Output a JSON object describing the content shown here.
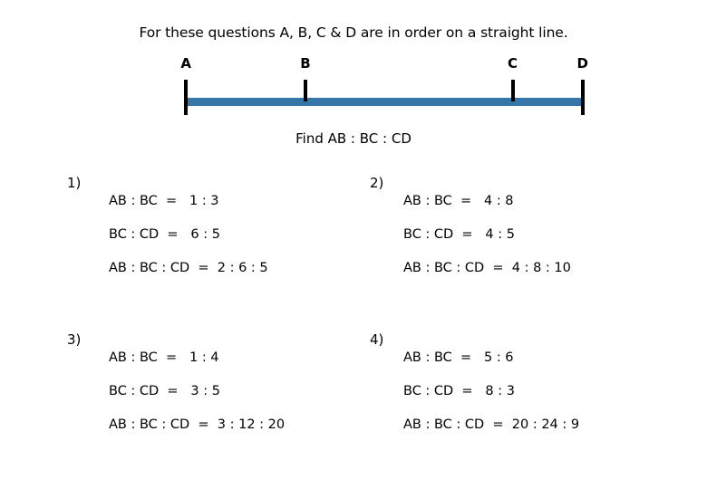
{
  "heading": "For these questions A, B, C & D are in order on a straight line.",
  "find_prompt": "Find AB : BC : CD",
  "colors": {
    "segment": "#3575A8",
    "tick": "#000000",
    "text": "#000000",
    "background": "#ffffff"
  },
  "diagram": {
    "points": [
      {
        "label": "A",
        "x_pct": 26.3,
        "tick": "full"
      },
      {
        "label": "B",
        "x_pct": 43.2,
        "tick": "short"
      },
      {
        "label": "C",
        "x_pct": 72.5,
        "tick": "short"
      },
      {
        "label": "D",
        "x_pct": 82.4,
        "tick": "full"
      }
    ],
    "bar": {
      "start_pct": 26.3,
      "end_pct": 82.7
    }
  },
  "questions": [
    {
      "number": "1)",
      "lines": [
        "AB : BC  =   1 : 3",
        "BC : CD  =   6 : 5",
        "AB : BC : CD  =  2 : 6 : 5"
      ]
    },
    {
      "number": "2)",
      "lines": [
        "AB : BC  =   4 : 8",
        "BC : CD  =   4 : 5",
        "AB : BC : CD  =  4 : 8 : 10"
      ]
    },
    {
      "number": "3)",
      "lines": [
        "AB : BC  =   1 : 4",
        "BC : CD  =   3 : 5",
        "AB : BC : CD  =  3 : 12 : 20"
      ]
    },
    {
      "number": "4)",
      "lines": [
        "AB : BC  =   5 : 6",
        "BC : CD  =   8 : 3",
        "AB : BC : CD  =  20 : 24 : 9"
      ]
    }
  ]
}
